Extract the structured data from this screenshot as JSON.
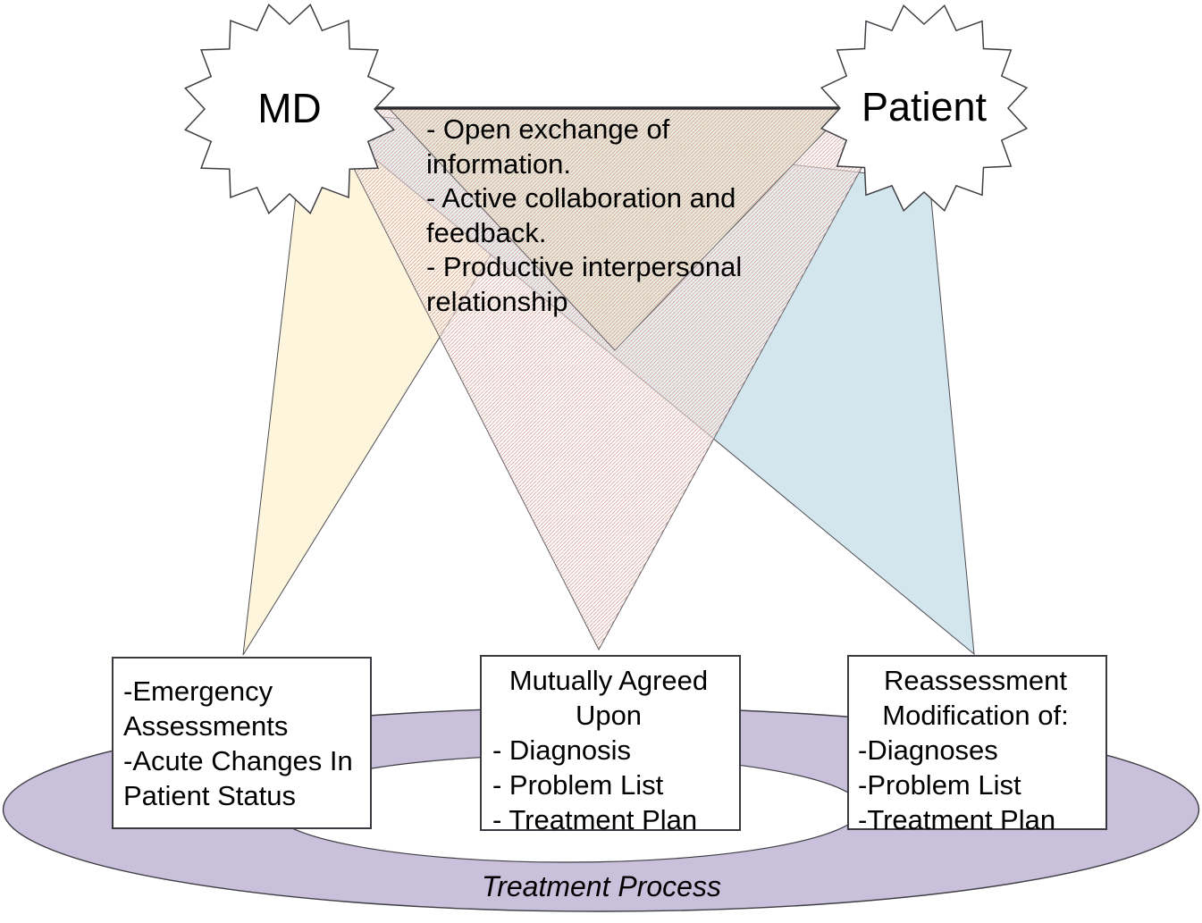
{
  "diagram": {
    "md_label": "MD",
    "patient_label": "Patient",
    "relationship_notes": {
      "lines": [
        "- Open exchange of",
        "information.",
        "- Active collaboration and",
        "feedback.",
        "- Productive interpersonal",
        "relationship"
      ]
    },
    "emergency_box": {
      "lines": [
        "-Emergency",
        "Assessments",
        "-Acute Changes In",
        "Patient Status"
      ]
    },
    "mutual_box": {
      "title_lines": [
        "Mutually Agreed",
        "Upon"
      ],
      "items": [
        "- Diagnosis",
        "- Problem List",
        "- Treatment Plan"
      ]
    },
    "reassessment_box": {
      "title_lines": [
        "Reassessment",
        "Modification of:"
      ],
      "items": [
        "-Diagnoses",
        "-Problem List",
        "-Treatment Plan"
      ]
    },
    "process_label": "Treatment Process",
    "colors": {
      "beam_yellow": "#fdf6dc",
      "beam_blue": "#d3e5ed",
      "beam_green": "#e8ecdd",
      "hatch_line": "#d49c92",
      "ring_purple": "#c9c0dc",
      "ring_hole": "#ffffff",
      "star_fill": "#ffffff",
      "outline": "#3e3e44"
    }
  }
}
